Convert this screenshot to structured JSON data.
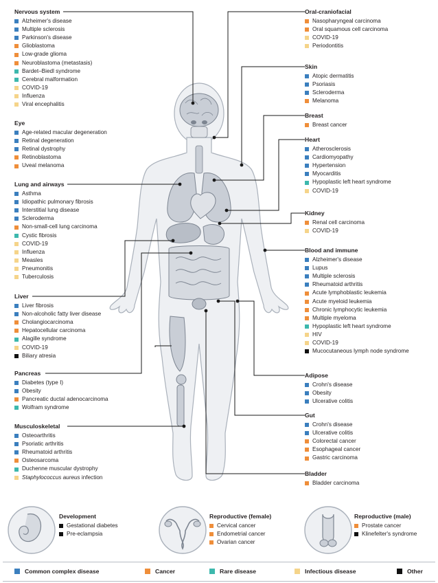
{
  "colors": {
    "common": "#3b7fbe",
    "cancer": "#ef8e3a",
    "rare": "#3db8ad",
    "infectious": "#f5d48a",
    "other": "#111111",
    "body_fill": "#eef0f3",
    "body_stroke": "#a9b0ba",
    "organ_fill": "#c9ced6",
    "organ_dark": "#7d8591",
    "line": "#1a1a1a"
  },
  "groups": [
    {
      "key": "nervous",
      "title": "Nervous system",
      "items": [
        {
          "text": "Alzheimer's disease",
          "cat": "common"
        },
        {
          "text": "Multiple sclerosis",
          "cat": "common"
        },
        {
          "text": "Parkinson's disease",
          "cat": "common"
        },
        {
          "text": "Glioblastoma",
          "cat": "cancer"
        },
        {
          "text": "Low-grade glioma",
          "cat": "cancer"
        },
        {
          "text": "Neuroblastoma (metastasis)",
          "cat": "cancer"
        },
        {
          "text": "Bardet–Biedl syndrome",
          "cat": "rare"
        },
        {
          "text": "Cerebral malformation",
          "cat": "rare"
        },
        {
          "text": "COVID-19",
          "cat": "infectious"
        },
        {
          "text": "Influenza",
          "cat": "infectious"
        },
        {
          "text": "Viral encephalitis",
          "cat": "infectious"
        }
      ]
    },
    {
      "key": "eye",
      "title": "Eye",
      "items": [
        {
          "text": "Age-related macular degeneration",
          "cat": "common"
        },
        {
          "text": "Retinal degeneration",
          "cat": "common"
        },
        {
          "text": "Retinal dystrophy",
          "cat": "common"
        },
        {
          "text": "Retinoblastoma",
          "cat": "cancer"
        },
        {
          "text": "Uveal melanoma",
          "cat": "cancer"
        }
      ]
    },
    {
      "key": "lung",
      "title": "Lung and airways",
      "items": [
        {
          "text": "Asthma",
          "cat": "common"
        },
        {
          "text": "Idiopathic pulmonary fibrosis",
          "cat": "common"
        },
        {
          "text": "Interstitial lung disease",
          "cat": "common"
        },
        {
          "text": "Scleroderma",
          "cat": "common"
        },
        {
          "text": "Non-small-cell lung carcinoma",
          "cat": "cancer"
        },
        {
          "text": "Cystic fibrosis",
          "cat": "rare"
        },
        {
          "text": "COVID-19",
          "cat": "infectious"
        },
        {
          "text": "Influenza",
          "cat": "infectious"
        },
        {
          "text": "Measles",
          "cat": "infectious"
        },
        {
          "text": "Pneumonitis",
          "cat": "infectious"
        },
        {
          "text": "Tuberculosis",
          "cat": "infectious"
        }
      ]
    },
    {
      "key": "liver",
      "title": "Liver",
      "items": [
        {
          "text": "Liver fibrosis",
          "cat": "common"
        },
        {
          "text": "Non-alcoholic fatty liver disease",
          "cat": "common"
        },
        {
          "text": "Cholangiocarcinoma",
          "cat": "cancer"
        },
        {
          "text": "Hepatocellular carcinoma",
          "cat": "cancer"
        },
        {
          "text": "Alagille syndrome",
          "cat": "rare"
        },
        {
          "text": "COVID-19",
          "cat": "infectious"
        },
        {
          "text": "Biliary atresia",
          "cat": "other"
        }
      ]
    },
    {
      "key": "pancreas",
      "title": "Pancreas",
      "items": [
        {
          "text": "Diabetes (type I)",
          "cat": "common"
        },
        {
          "text": "Obesity",
          "cat": "common"
        },
        {
          "text": "Pancreatic ductal adenocarcinoma",
          "cat": "cancer"
        },
        {
          "text": "Wolfram syndrome",
          "cat": "rare"
        }
      ]
    },
    {
      "key": "musculo",
      "title": "Musculoskeletal",
      "items": [
        {
          "text": "Osteoarthritis",
          "cat": "common"
        },
        {
          "text": "Psoriatic arthritis",
          "cat": "common"
        },
        {
          "text": "Rheumatoid arthritis",
          "cat": "common"
        },
        {
          "text": "Osteosarcoma",
          "cat": "cancer"
        },
        {
          "text": "Duchenne muscular dystrophy",
          "cat": "rare"
        },
        {
          "text": "Staphylococcus aureus infection",
          "cat": "infectious",
          "italic_part": "Staphylococcus aureus"
        }
      ]
    },
    {
      "key": "oral",
      "title": "Oral-craniofacial",
      "items": [
        {
          "text": "Nasopharyngeal carcinoma",
          "cat": "cancer"
        },
        {
          "text": "Oral squamous cell carcinoma",
          "cat": "cancer"
        },
        {
          "text": "COVID-19",
          "cat": "infectious"
        },
        {
          "text": "Periodontitis",
          "cat": "infectious"
        }
      ]
    },
    {
      "key": "skin",
      "title": "Skin",
      "items": [
        {
          "text": "Atopic dermatitis",
          "cat": "common"
        },
        {
          "text": "Psoriasis",
          "cat": "common"
        },
        {
          "text": "Scleroderma",
          "cat": "common"
        },
        {
          "text": "Melanoma",
          "cat": "cancer"
        }
      ]
    },
    {
      "key": "breast",
      "title": "Breast",
      "items": [
        {
          "text": "Breast cancer",
          "cat": "cancer"
        }
      ]
    },
    {
      "key": "heart",
      "title": "Heart",
      "items": [
        {
          "text": "Atherosclerosis",
          "cat": "common"
        },
        {
          "text": "Cardiomyopathy",
          "cat": "common"
        },
        {
          "text": "Hypertension",
          "cat": "common"
        },
        {
          "text": "Myocarditis",
          "cat": "common"
        },
        {
          "text": "Hypoplastic left heart syndrome",
          "cat": "rare"
        },
        {
          "text": "COVID-19",
          "cat": "infectious"
        }
      ]
    },
    {
      "key": "kidney",
      "title": "Kidney",
      "items": [
        {
          "text": "Renal cell carcinoma",
          "cat": "cancer"
        },
        {
          "text": "COVID-19",
          "cat": "infectious"
        }
      ]
    },
    {
      "key": "blood",
      "title": "Blood and immune",
      "items": [
        {
          "text": "Alzheimer's disease",
          "cat": "common"
        },
        {
          "text": "Lupus",
          "cat": "common"
        },
        {
          "text": "Multiple sclerosis",
          "cat": "common"
        },
        {
          "text": "Rheumatoid arthritis",
          "cat": "common"
        },
        {
          "text": "Acute lymphoblastic leukemia",
          "cat": "cancer"
        },
        {
          "text": "Acute myeloid leukemia",
          "cat": "cancer"
        },
        {
          "text": "Chronic lymphocytic leukemia",
          "cat": "cancer"
        },
        {
          "text": "Multiple myeloma",
          "cat": "cancer"
        },
        {
          "text": "Hypoplastic left heart syndrome",
          "cat": "rare"
        },
        {
          "text": "HIV",
          "cat": "infectious"
        },
        {
          "text": "COVID-19",
          "cat": "infectious"
        },
        {
          "text": "Mucocutaneous lymph node syndrome",
          "cat": "other"
        }
      ]
    },
    {
      "key": "adipose",
      "title": "Adipose",
      "items": [
        {
          "text": "Crohn's disease",
          "cat": "common"
        },
        {
          "text": "Obesity",
          "cat": "common"
        },
        {
          "text": "Ulcerative colitis",
          "cat": "common"
        }
      ]
    },
    {
      "key": "gut",
      "title": "Gut",
      "items": [
        {
          "text": "Crohn's disease",
          "cat": "common"
        },
        {
          "text": "Ulcerative colitis",
          "cat": "common"
        },
        {
          "text": "Colorectal cancer",
          "cat": "cancer"
        },
        {
          "text": "Esophageal cancer",
          "cat": "cancer"
        },
        {
          "text": "Gastric carcinoma",
          "cat": "cancer"
        }
      ]
    },
    {
      "key": "bladder",
      "title": "Bladder",
      "items": [
        {
          "text": "Bladder carcinoma",
          "cat": "cancer"
        }
      ]
    },
    {
      "key": "development",
      "title": "Development",
      "items": [
        {
          "text": "Gestational diabetes",
          "cat": "other"
        },
        {
          "text": "Pre-eclampsia",
          "cat": "other"
        }
      ]
    },
    {
      "key": "repro_f",
      "title": "Reproductive (female)",
      "items": [
        {
          "text": "Cervical cancer",
          "cat": "cancer"
        },
        {
          "text": "Endometrial cancer",
          "cat": "cancer"
        },
        {
          "text": "Ovarian cancer",
          "cat": "cancer"
        }
      ]
    },
    {
      "key": "repro_m",
      "title": "Reproductive (male)",
      "items": [
        {
          "text": "Prostate cancer",
          "cat": "cancer"
        },
        {
          "text": "Klinefelter's syndrome",
          "cat": "other"
        }
      ]
    }
  ],
  "legend": [
    {
      "label": "Common complex disease",
      "cat": "common"
    },
    {
      "label": "Cancer",
      "cat": "cancer"
    },
    {
      "label": "Rare disease",
      "cat": "rare"
    },
    {
      "label": "Infectious disease",
      "cat": "infectious"
    },
    {
      "label": "Other",
      "cat": "other"
    }
  ]
}
